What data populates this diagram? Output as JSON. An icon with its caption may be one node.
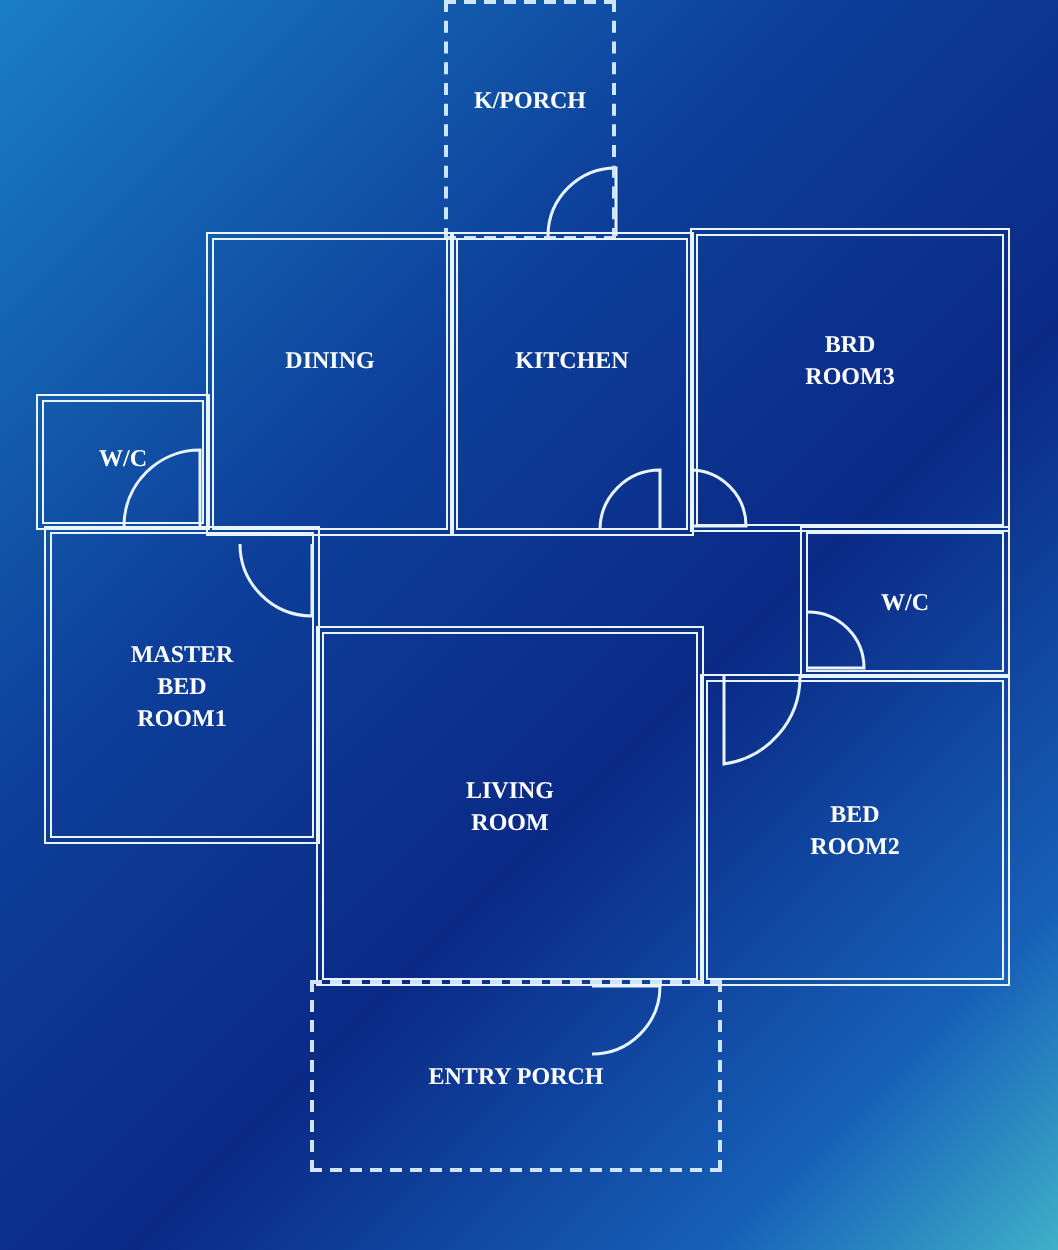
{
  "diagram": {
    "nodes": [
      {
        "text": [
          "K/PORCH"
        ]
      },
      {
        "text": [
          "DINING"
        ]
      },
      {
        "text": [
          "KITCHEN"
        ]
      },
      {
        "text": [
          "BRD ROOM3"
        ]
      },
      {
        "text": [
          "W/C"
        ]
      },
      {
        "text": [
          "W/C"
        ]
      },
      {
        "text": [
          "MASTER BED ROOM1"
        ]
      },
      {
        "text": [
          "LIVING ROOM"
        ]
      },
      {
        "text": [
          "BED ROOM2"
        ]
      },
      {
        "text": [
          "ENTRY PORCH"
        ]
      }
    ]
  }
}
